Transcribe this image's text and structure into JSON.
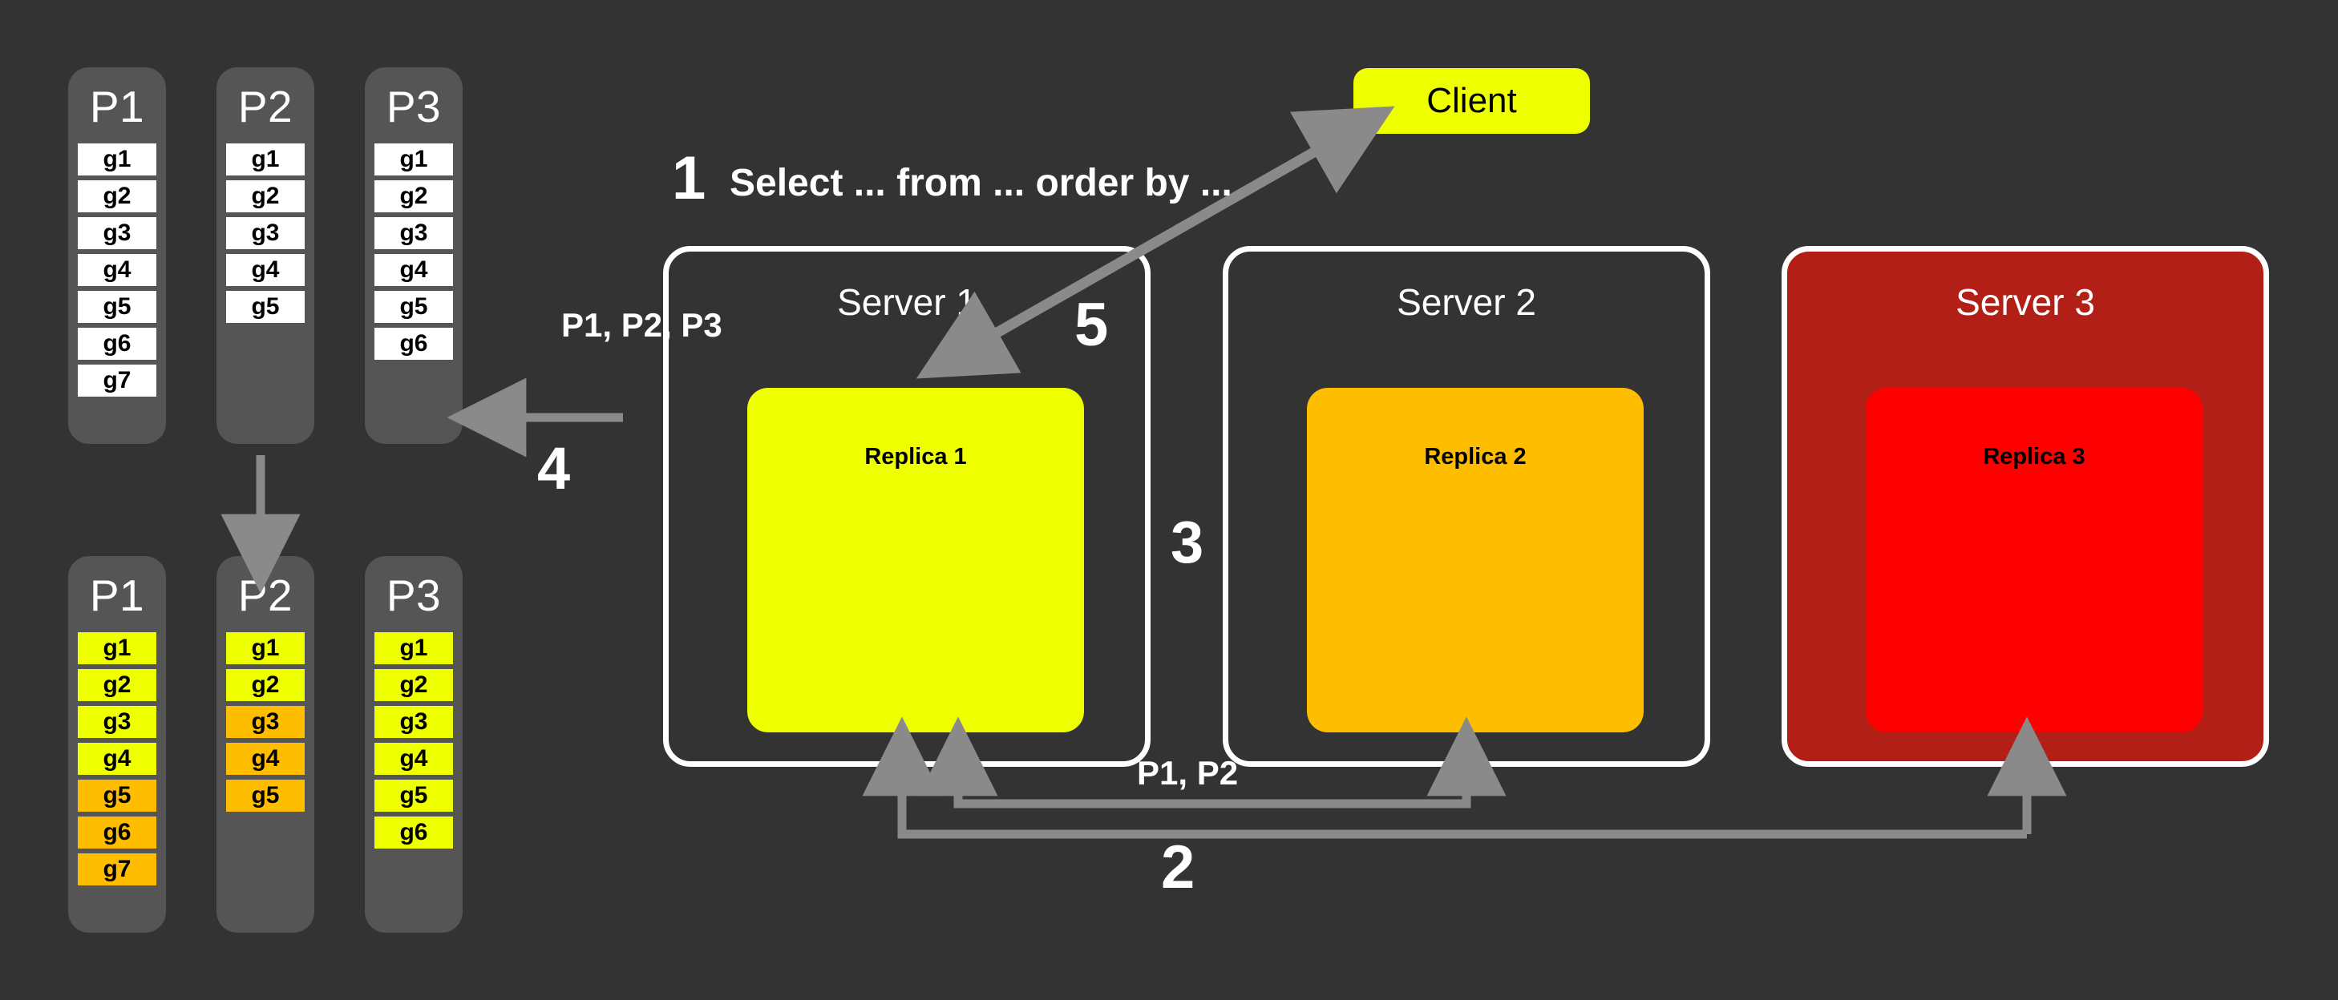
{
  "theme": {
    "background": "#333333",
    "column_bg": "#555555",
    "arrow_gray": "#8a8a8a",
    "white": "#ffffff",
    "yellow": "#eeff00",
    "orange": "#ffbd00",
    "red_replica": "#ff0000",
    "red_server": "#b11f17",
    "black": "#000000"
  },
  "partitions_top": {
    "group_name": "partitions-before",
    "columns": [
      {
        "title": "P1",
        "cells": [
          {
            "label": "g1",
            "color": "white"
          },
          {
            "label": "g2",
            "color": "white"
          },
          {
            "label": "g3",
            "color": "white"
          },
          {
            "label": "g4",
            "color": "white"
          },
          {
            "label": "g5",
            "color": "white"
          },
          {
            "label": "g6",
            "color": "white"
          },
          {
            "label": "g7",
            "color": "white"
          }
        ]
      },
      {
        "title": "P2",
        "cells": [
          {
            "label": "g1",
            "color": "white"
          },
          {
            "label": "g2",
            "color": "white"
          },
          {
            "label": "g3",
            "color": "white"
          },
          {
            "label": "g4",
            "color": "white"
          },
          {
            "label": "g5",
            "color": "white"
          }
        ]
      },
      {
        "title": "P3",
        "cells": [
          {
            "label": "g1",
            "color": "white"
          },
          {
            "label": "g2",
            "color": "white"
          },
          {
            "label": "g3",
            "color": "white"
          },
          {
            "label": "g4",
            "color": "white"
          },
          {
            "label": "g5",
            "color": "white"
          },
          {
            "label": "g6",
            "color": "white"
          }
        ]
      }
    ]
  },
  "partitions_bottom": {
    "group_name": "partitions-after",
    "columns": [
      {
        "title": "P1",
        "cells": [
          {
            "label": "g1",
            "color": "yellow"
          },
          {
            "label": "g2",
            "color": "yellow"
          },
          {
            "label": "g3",
            "color": "yellow"
          },
          {
            "label": "g4",
            "color": "yellow"
          },
          {
            "label": "g5",
            "color": "orange"
          },
          {
            "label": "g6",
            "color": "orange"
          },
          {
            "label": "g7",
            "color": "orange"
          }
        ]
      },
      {
        "title": "P2",
        "cells": [
          {
            "label": "g1",
            "color": "yellow"
          },
          {
            "label": "g2",
            "color": "yellow"
          },
          {
            "label": "g3",
            "color": "orange"
          },
          {
            "label": "g4",
            "color": "orange"
          },
          {
            "label": "g5",
            "color": "orange"
          }
        ]
      },
      {
        "title": "P3",
        "cells": [
          {
            "label": "g1",
            "color": "yellow"
          },
          {
            "label": "g2",
            "color": "yellow"
          },
          {
            "label": "g3",
            "color": "yellow"
          },
          {
            "label": "g4",
            "color": "yellow"
          },
          {
            "label": "g5",
            "color": "yellow"
          },
          {
            "label": "g6",
            "color": "yellow"
          }
        ]
      }
    ]
  },
  "client": {
    "label": "Client"
  },
  "servers": [
    {
      "title": "Server 1",
      "replica": "Replica 1",
      "replica_color": "#eeff00",
      "state": "healthy"
    },
    {
      "title": "Server 2",
      "replica": "Replica 2",
      "replica_color": "#ffbd00",
      "state": "healthy"
    },
    {
      "title": "Server 3",
      "replica": "Replica 3",
      "replica_color": "#ff0000",
      "state": "failed"
    }
  ],
  "steps": {
    "one": "1",
    "two": "2",
    "three": "3",
    "four": "4",
    "five": "5"
  },
  "annotations": {
    "query": "Select ... from ... order by ...",
    "partitions_out": "P1, P2, P3",
    "partitions_in": "P1, P2"
  }
}
